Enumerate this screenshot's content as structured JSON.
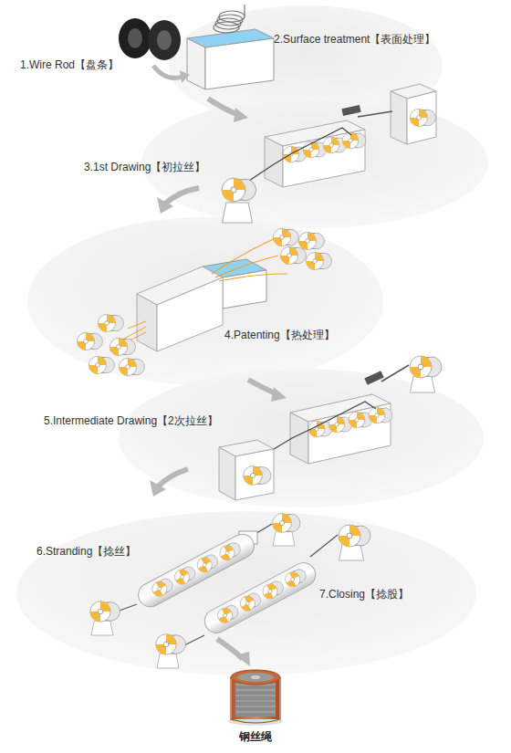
{
  "diagram": {
    "labels": [
      "1.Wire Rod【盘条】",
      "2.Surface treatment【表面处理】",
      "3.1st Drawing【初拉丝】",
      "4.Patenting【热处理】",
      "5.Intermediate Drawing【2次拉丝】",
      "6.Stranding【捻丝】",
      "7.Closing【捻股】",
      "钢丝绳"
    ]
  }
}
